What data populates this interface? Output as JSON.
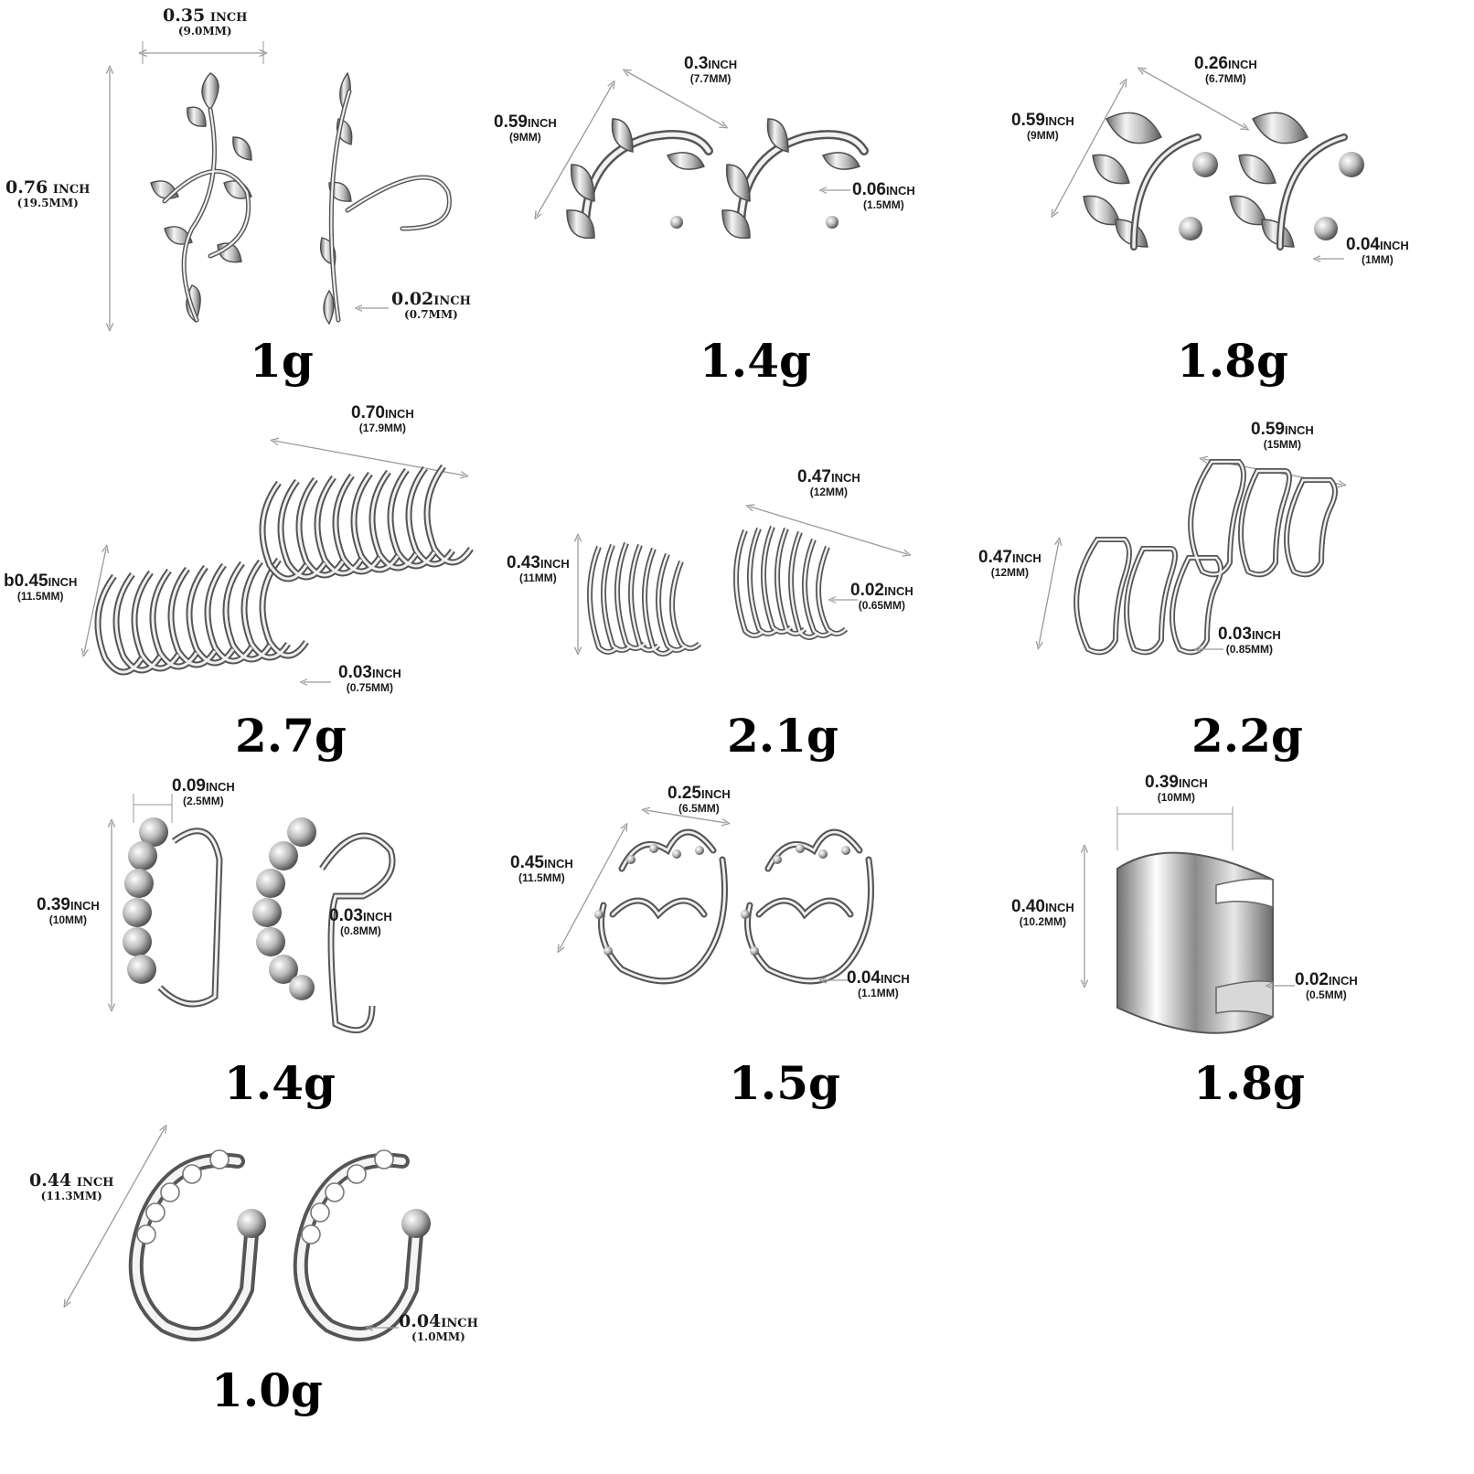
{
  "items": [
    {
      "id": "leaf-vine",
      "weight": "1g",
      "dims": [
        {
          "value": "0.35",
          "unit": "INCH",
          "mm": "(9.0MM)"
        },
        {
          "value": "0.76",
          "unit": "INCH",
          "mm": "(19.5MM)"
        },
        {
          "value": "0.02",
          "unit": "INCH",
          "mm": "(0.7MM)"
        }
      ]
    },
    {
      "id": "leaf-cz",
      "weight": "1.4g",
      "dims": [
        {
          "value": "0.3",
          "unit": "INCH",
          "mm": "(7.7MM)"
        },
        {
          "value": "0.59",
          "unit": "INCH",
          "mm": "(9MM)"
        },
        {
          "value": "0.06",
          "unit": "INCH",
          "mm": "(1.5MM)"
        }
      ]
    },
    {
      "id": "feather-leaf",
      "weight": "1.8g",
      "dims": [
        {
          "value": "0.26",
          "unit": "INCH",
          "mm": "(6.7MM)"
        },
        {
          "value": "0.59",
          "unit": "INCH",
          "mm": "(9MM)"
        },
        {
          "value": "0.04",
          "unit": "INCH",
          "mm": "(1MM)"
        }
      ]
    },
    {
      "id": "multi-wire-wide",
      "weight": "2.7g",
      "dims": [
        {
          "value": "0.70",
          "unit": "INCH",
          "mm": "(17.9MM)"
        },
        {
          "value": "0.45",
          "unit": "INCH",
          "mm": "(11.5MM)",
          "prefix": "b"
        },
        {
          "value": "0.03",
          "unit": "INCH",
          "mm": "(0.75MM)"
        }
      ]
    },
    {
      "id": "multi-wire",
      "weight": "2.1g",
      "dims": [
        {
          "value": "0.47",
          "unit": "INCH",
          "mm": "(12MM)"
        },
        {
          "value": "0.43",
          "unit": "INCH",
          "mm": "(11MM)"
        },
        {
          "value": "0.02",
          "unit": "INCH",
          "mm": "(0.65MM)"
        }
      ]
    },
    {
      "id": "triple-loop",
      "weight": "2.2g",
      "dims": [
        {
          "value": "0.59",
          "unit": "INCH",
          "mm": "(15MM)"
        },
        {
          "value": "0.47",
          "unit": "INCH",
          "mm": "(12MM)"
        },
        {
          "value": "0.03",
          "unit": "INCH",
          "mm": "(0.85MM)"
        }
      ]
    },
    {
      "id": "beaded",
      "weight": "1.4g",
      "dims": [
        {
          "value": "0.09",
          "unit": "INCH",
          "mm": "(2.5MM)"
        },
        {
          "value": "0.39",
          "unit": "INCH",
          "mm": "(10MM)"
        },
        {
          "value": "0.03",
          "unit": "INCH",
          "mm": "(0.8MM)"
        }
      ]
    },
    {
      "id": "crown",
      "weight": "1.5g",
      "dims": [
        {
          "value": "0.25",
          "unit": "INCH",
          "mm": "(6.5MM)"
        },
        {
          "value": "0.45",
          "unit": "INCH",
          "mm": "(11.5MM)"
        },
        {
          "value": "0.04",
          "unit": "INCH",
          "mm": "(1.1MM)"
        }
      ]
    },
    {
      "id": "wide-band",
      "weight": "1.8g",
      "dims": [
        {
          "value": "0.39",
          "unit": "INCH",
          "mm": "(10MM)"
        },
        {
          "value": "0.40",
          "unit": "INCH",
          "mm": "(10.2MM)"
        },
        {
          "value": "0.02",
          "unit": "INCH",
          "mm": "(0.5MM)"
        }
      ]
    },
    {
      "id": "cz-ball",
      "weight": "1.0g",
      "dims": [
        {
          "value": "0.44",
          "unit": "INCH",
          "mm": "(11.3MM)"
        },
        {
          "value": "0.04",
          "unit": "INCH",
          "mm": "(1.0MM)"
        }
      ]
    }
  ],
  "colors": {
    "silver_light": "#f1f1f1",
    "silver_mid": "#c6c6c6",
    "silver_dark": "#5e5e5e",
    "dimension_line": "#9a9a9a"
  }
}
